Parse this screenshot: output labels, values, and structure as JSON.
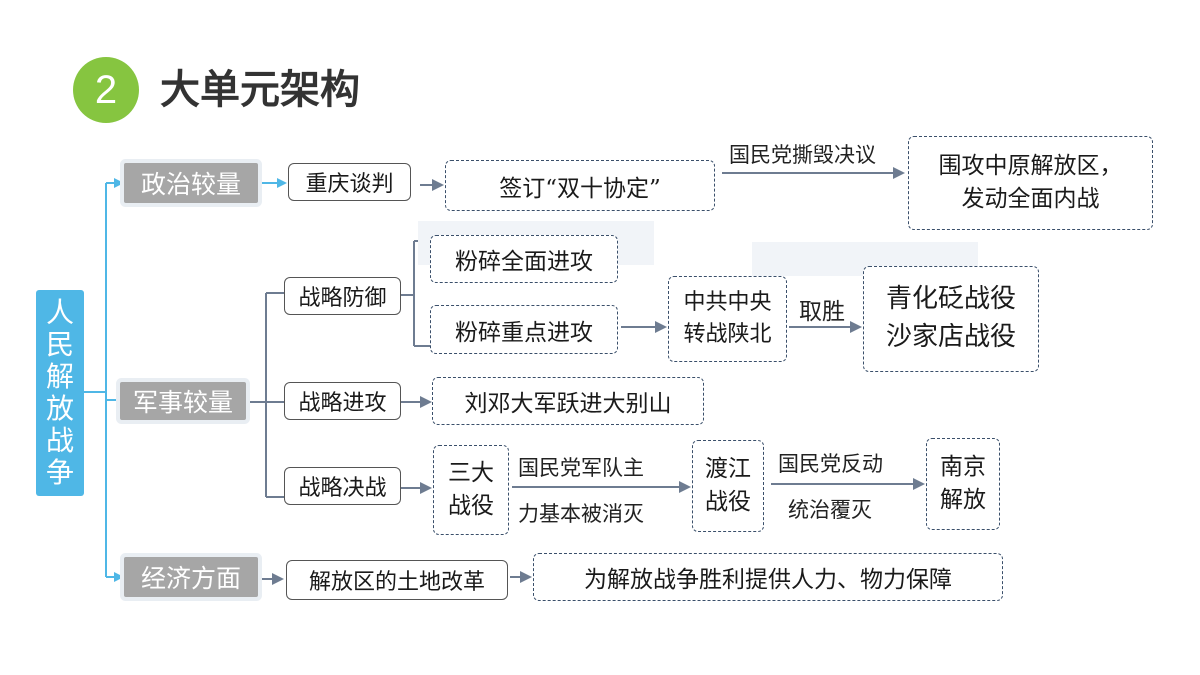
{
  "header": {
    "number": "2",
    "title": "大单元架构"
  },
  "root": {
    "label": "人民解放战争",
    "chars": [
      "人",
      "民",
      "解",
      "放",
      "战",
      "争"
    ]
  },
  "political": {
    "category": "政治较量",
    "node1": "重庆谈判",
    "node2": "签订“双十协定”",
    "edge_label": "国民党撕毁决议",
    "result_lines": [
      "围攻中原解放区，",
      "发动全面内战"
    ]
  },
  "military": {
    "category": "军事较量",
    "defense": {
      "label": "战略防御",
      "branch1": "粉碎全面进攻",
      "branch2": "粉碎重点进攻",
      "center_lines": [
        "中共中央",
        "转战陕北"
      ],
      "edge_label": "取胜",
      "result_lines": [
        "青化砭战役",
        "沙家店战役"
      ]
    },
    "offense": {
      "label": "战略进攻",
      "result": "刘邓大军跃进大别山"
    },
    "decisive": {
      "label": "战略决战",
      "campaign1_lines": [
        "三大",
        "战役"
      ],
      "edge1_lines": [
        "国民党军队主",
        "力基本被消灭"
      ],
      "campaign2_lines": [
        "渡江",
        "战役"
      ],
      "edge2_lines": [
        "国民党反动",
        "统治覆灭"
      ],
      "result_lines": [
        "南京",
        "解放"
      ]
    }
  },
  "economic": {
    "category": "经济方面",
    "node1": "解放区的土地改革",
    "result": "为解放战争胜利提供人力、物力保障"
  },
  "colors": {
    "accent_green": "#86c540",
    "accent_blue": "#4fb7e6",
    "category_gray": "#a6a6a6",
    "arrow": "#6e7c91"
  }
}
